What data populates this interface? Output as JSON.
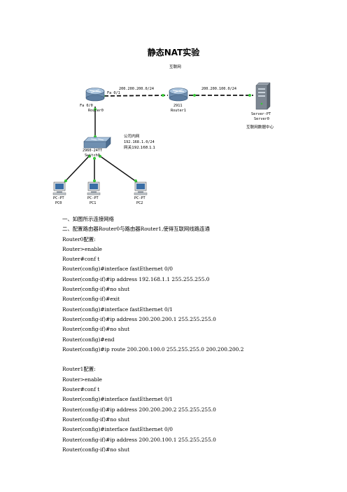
{
  "title": "静态NAT实验",
  "diagram": {
    "internet_label": "互联网",
    "router0": {
      "name": "Router0",
      "port_left": "Fa 0/0",
      "port_right": "Fa 0/1"
    },
    "router1": {
      "name": "Router1",
      "model": "2911"
    },
    "server": {
      "type": "Server-PT",
      "name": "Server0",
      "caption": "互联网数据中心"
    },
    "switch": {
      "model": "2960-24TT",
      "name": "Switch0"
    },
    "link_r0_r1": "200.200.200.0/24",
    "link_r1_server": "200.200.100.0/24",
    "lan": {
      "label": "公司内网",
      "subnet": "192.168.1.0/24",
      "gateway": "网关192.168.1.1"
    },
    "pcs": [
      {
        "type": "PC-PT",
        "name": "PC0"
      },
      {
        "type": "PC-PT",
        "name": "PC1"
      },
      {
        "type": "PC-PT",
        "name": "PC2"
      }
    ]
  },
  "lines": [
    "一、如图所示连接网络",
    "二、配置路由器Router0与路由器Router1,使得互联网线路连通",
    "Router0配置:",
    "Router>enable",
    "Router#conf    t",
    "Router(config)#interface fastEthernet 0/0",
    "Router(config-if)#ip address 192.168.1.1 255.255.255.0",
    "Router(config-if)#no shut",
    "Router(config-if)#exit",
    "Router(config)#interface fastEthernet 0/1",
    "Router(config-if)#ip address 200.200.200.1 255.255.255.0",
    "Router(config-if)#no shut",
    "Router(config)#end",
    "Router(config)#ip route 200.200.100.0 255.255.255.0 200.200.200.2",
    "",
    "Router1配置:",
    "Router>enable",
    "Router#conf    t",
    "Router(config)#interface fastEthernet 0/1",
    "Router(config-if)#ip address 200.200.200.2 255.255.255.0",
    "Router(config-if)#no shut",
    "Router(config)#interface fastEthernet 0/0",
    "Router(config-if)#ip address 200.200.100.1 255.255.255.0",
    "Router(config-if)#no shut"
  ]
}
